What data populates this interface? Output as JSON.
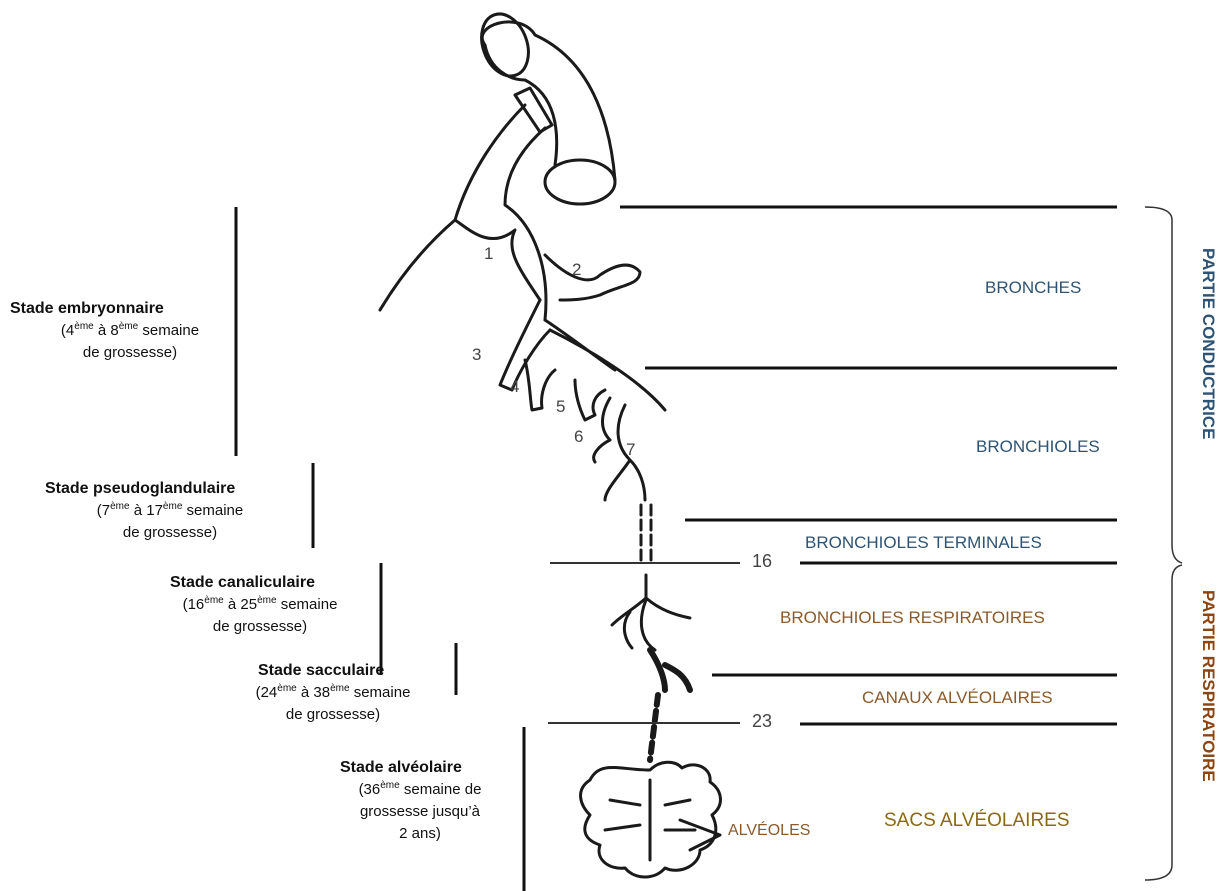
{
  "stages": [
    {
      "title": "Stade embryonnaire",
      "range_html": "(4<sup>ème</sup> à 8<sup>ème</sup> semaine<br>de grossesse)"
    },
    {
      "title": "Stade pseudoglandulaire",
      "range_html": "(7<sup>ème</sup> à 17<sup>ème</sup> semaine<br>de grossesse)"
    },
    {
      "title": "Stade canaliculaire",
      "range_html": "(16<sup>ème</sup> à 25<sup>ème</sup> semaine<br>de grossesse)"
    },
    {
      "title": "Stade sacculaire",
      "range_html": "(24<sup>ème</sup> à 38<sup>ème</sup> semaine<br>de grossesse)"
    },
    {
      "title": "Stade alvéolaire",
      "range_html": "(36<sup>ème</sup> semaine de<br>grossesse jusqu’à<br>2 ans)"
    }
  ],
  "zones": {
    "bronches": "BRONCHES",
    "bronchioles": "BRONCHIOLES",
    "bronchioles_terminales": "BRONCHIOLES TERMINALES",
    "bronchioles_respiratoires": "BRONCHIOLES RESPIRATOIRES",
    "canaux_alveolaires": "CANAUX ALVÉOLAIRES",
    "sacs_alveolaires": "SACS ALVÉOLAIRES",
    "alveoles": "ALVÉOLES"
  },
  "parts": {
    "conductrice": "PARTIE CONDUCTRICE",
    "respiratoire": "PARTIE RESPIRATOIRE"
  },
  "generation_numbers": [
    "1",
    "2",
    "3",
    "4",
    "5",
    "6",
    "7"
  ],
  "generation_markers": {
    "terminal": "16",
    "alveolar": "23"
  },
  "colors": {
    "blue": "#2f5373",
    "brown": "#8b5a2b",
    "olive": "#8a6a12"
  }
}
